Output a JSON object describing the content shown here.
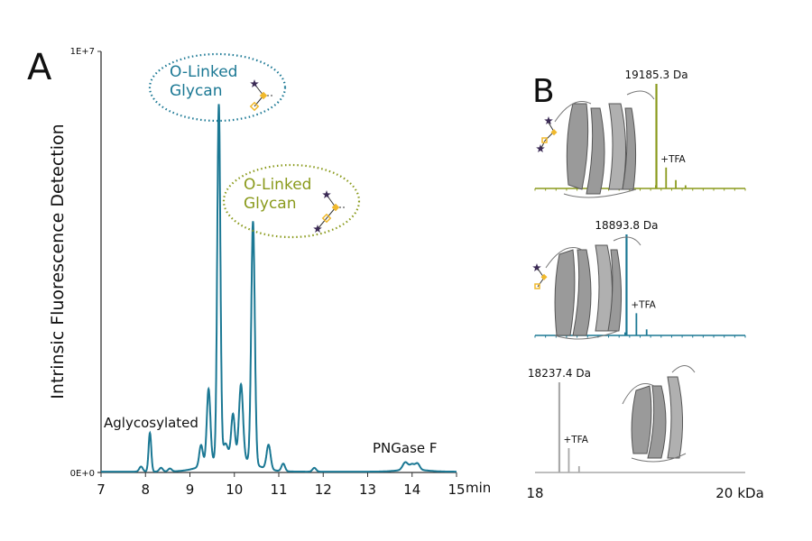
{
  "chart_data": [
    {
      "type": "line",
      "panel_label": "A",
      "ylabel": "Intrinsic Fluorescence Detection",
      "xlabel": "min",
      "xlim": [
        7,
        15
      ],
      "ylim": [
        0,
        10000000
      ],
      "xticks": [
        "7",
        "8",
        "9",
        "10",
        "11",
        "12",
        "13",
        "14",
        "15"
      ],
      "yticks": [
        "0E+0",
        "1E+7"
      ],
      "color": "#1b7894",
      "peaks": [
        {
          "x": 7.9,
          "y": 120000,
          "w": 0.04
        },
        {
          "x": 8.1,
          "y": 920000,
          "w": 0.03
        },
        {
          "x": 8.35,
          "y": 90000,
          "w": 0.04
        },
        {
          "x": 8.55,
          "y": 70000,
          "w": 0.04
        },
        {
          "x": 9.25,
          "y": 500000,
          "w": 0.04
        },
        {
          "x": 9.42,
          "y": 1750000,
          "w": 0.04
        },
        {
          "x": 9.65,
          "y": 8400000,
          "w": 0.035
        },
        {
          "x": 9.8,
          "y": 300000,
          "w": 0.05
        },
        {
          "x": 9.97,
          "y": 1000000,
          "w": 0.04
        },
        {
          "x": 10.15,
          "y": 1750000,
          "w": 0.045
        },
        {
          "x": 10.42,
          "y": 5750000,
          "w": 0.04
        },
        {
          "x": 10.77,
          "y": 580000,
          "w": 0.045
        },
        {
          "x": 11.1,
          "y": 180000,
          "w": 0.04
        },
        {
          "x": 11.8,
          "y": 90000,
          "w": 0.04
        },
        {
          "x": 13.85,
          "y": 180000,
          "w": 0.06
        },
        {
          "x": 14.0,
          "y": 120000,
          "w": 0.05
        },
        {
          "x": 14.12,
          "y": 150000,
          "w": 0.05
        }
      ],
      "background_humps": [
        {
          "x": 9.9,
          "y": 380000,
          "w": 0.45
        },
        {
          "x": 14.0,
          "y": 50000,
          "w": 0.3
        }
      ],
      "annotations": {
        "aglycosylated": "Aglycosylated",
        "pngase": "PNGase F",
        "glycan1": "O-Linked Glycan",
        "glycan2": "O-Linked Glycan"
      },
      "annotation_colors": {
        "glycan1": "#1b7894",
        "glycan2": "#8a9a1c"
      }
    },
    {
      "type": "bar",
      "panel_label": "B",
      "xlabel": "kDa",
      "xlim": [
        18,
        20
      ],
      "xticks": [
        "18",
        "20"
      ],
      "spectra": [
        {
          "name": "top",
          "color": "#8a9a1c",
          "main_label": "19185.3 Da",
          "tfa_label": "+TFA",
          "peaks": [
            [
              19.1853,
              1.0
            ],
            [
              19.28,
              0.2
            ],
            [
              19.375,
              0.08
            ],
            [
              19.47,
              0.03
            ],
            [
              18.85,
              0.01
            ],
            [
              19.18,
              0.03
            ]
          ]
        },
        {
          "name": "middle",
          "color": "#1b7894",
          "main_label": "18893.8 Da",
          "tfa_label": "+TFA",
          "peaks": [
            [
              18.8938,
              1.0
            ],
            [
              18.99,
              0.22
            ],
            [
              19.09,
              0.06
            ],
            [
              18.88,
              0.03
            ]
          ]
        },
        {
          "name": "bottom",
          "color": "#a9a9a9",
          "main_label": "18237.4 Da",
          "tfa_label": "+TFA",
          "peaks": [
            [
              18.2374,
              1.0
            ],
            [
              18.33,
              0.27
            ],
            [
              18.43,
              0.07
            ]
          ]
        }
      ]
    }
  ]
}
